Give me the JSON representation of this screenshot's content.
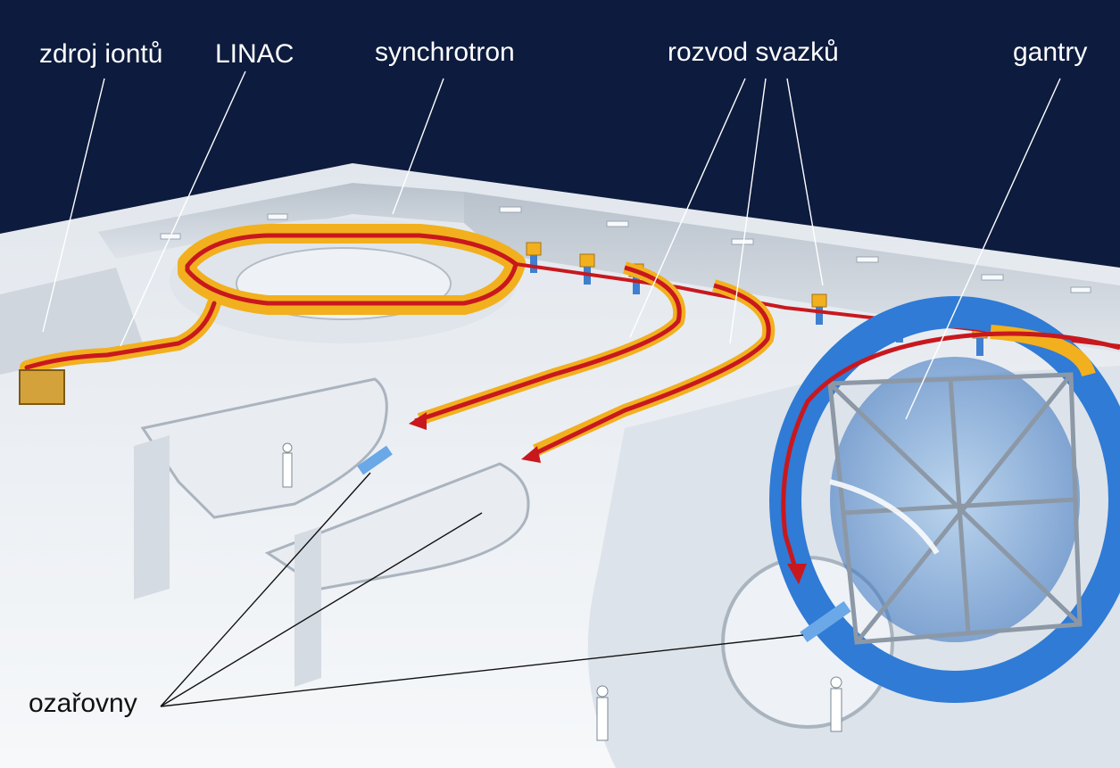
{
  "labels": {
    "ion_source": "zdroj iontů",
    "linac": "LINAC",
    "synchrotron": "synchrotron",
    "beam_lines": "rozvod svazků",
    "gantry": "gantry",
    "treatment_rooms": "ozařovny"
  },
  "colors": {
    "sky": "#0d1b3e",
    "beam": "#c8181e",
    "magnet": "#f2b01e",
    "gantry": "#2f7bd6",
    "floor": "#eef1f4",
    "wall": "#c9d0d8",
    "leader_light": "#ffffff",
    "leader_dark": "#111111"
  }
}
